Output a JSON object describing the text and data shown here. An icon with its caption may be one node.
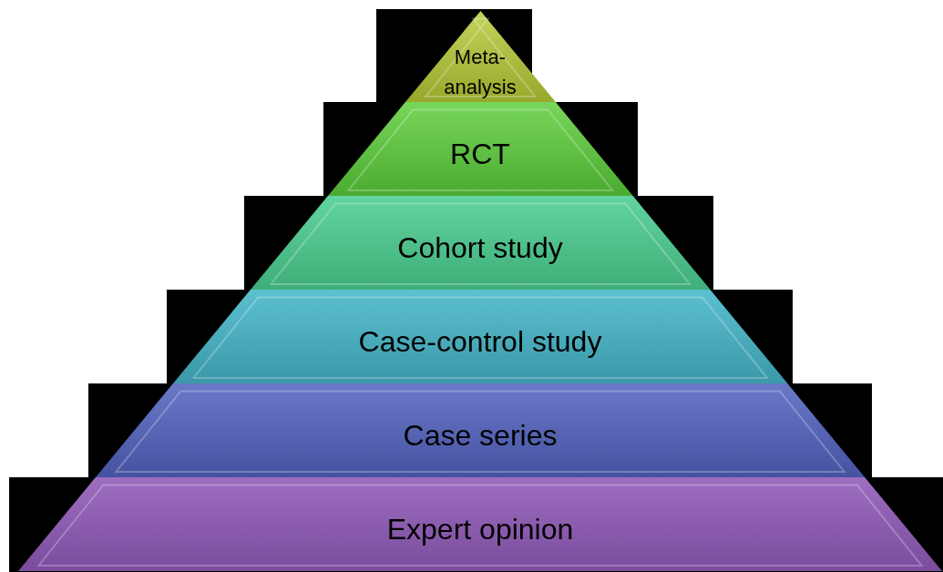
{
  "diagram": {
    "nodes": [
      {
        "text": [
          "Meta- analysis"
        ]
      },
      {
        "text": [
          "RCT"
        ]
      },
      {
        "text": [
          "Cohort study"
        ]
      },
      {
        "text": [
          "Case-control study"
        ]
      },
      {
        "text": [
          "Case series"
        ]
      },
      {
        "text": [
          "Expert opinion"
        ]
      }
    ]
  }
}
